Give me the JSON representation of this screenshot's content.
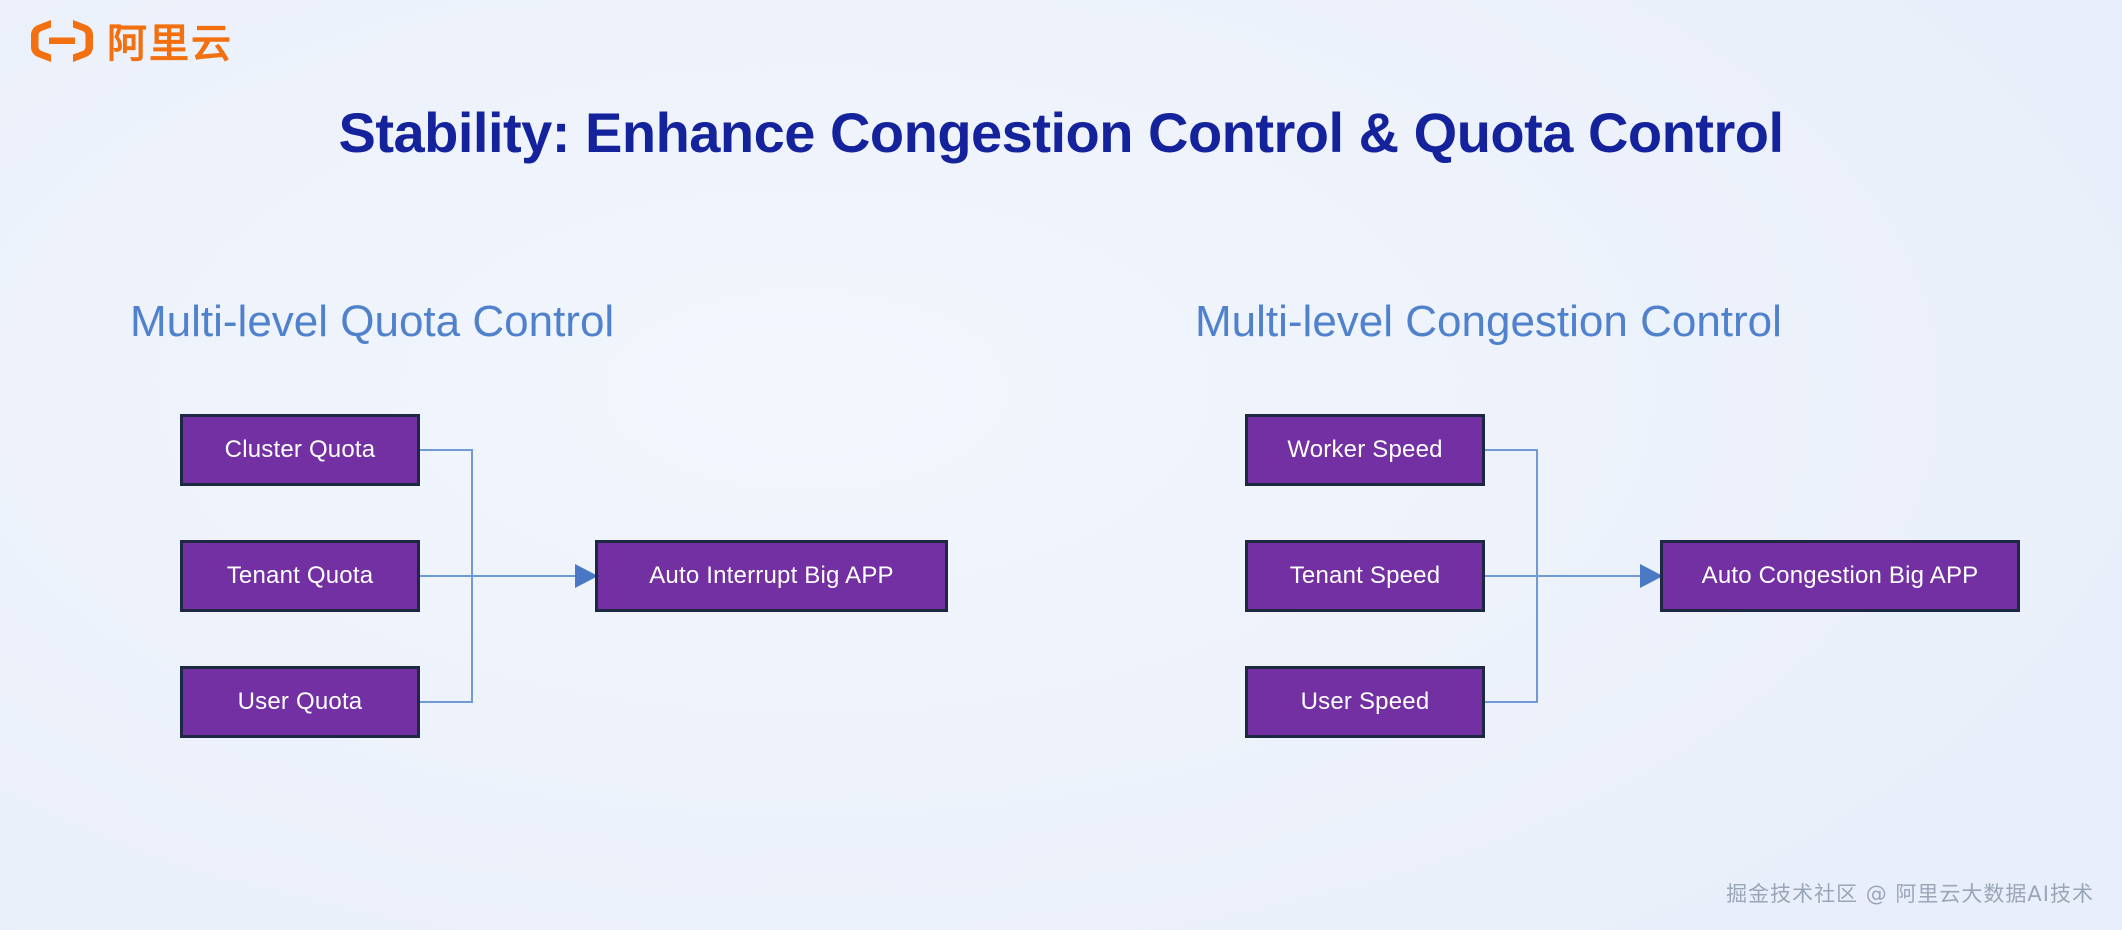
{
  "brand": {
    "logo_icon": "alibaba-cloud-logo-icon",
    "logo_text": "阿里云"
  },
  "title": "Stability: Enhance Congestion Control & Quota Control",
  "colors": {
    "background": "#eef3fc",
    "title_text": "#14229b",
    "heading_text": "#4f81cd",
    "node_fill": "#7230a3",
    "node_border": "#1d2842",
    "node_text": "#ffffff",
    "connector_line": "#6f9ad6",
    "arrow_head": "#4a78c4",
    "logo_orange": "#f2700f",
    "watermark_text": "#9aa6b8"
  },
  "panels": [
    {
      "heading": "Multi-level Quota Control",
      "sources": [
        {
          "label": "Cluster Quota"
        },
        {
          "label": "Tenant Quota"
        },
        {
          "label": "User Quota"
        }
      ],
      "target": {
        "label": "Auto Interrupt Big APP"
      }
    },
    {
      "heading": "Multi-level Congestion Control",
      "sources": [
        {
          "label": "Worker Speed"
        },
        {
          "label": "Tenant Speed"
        },
        {
          "label": "User Speed"
        }
      ],
      "target": {
        "label": "Auto Congestion Big APP"
      }
    }
  ],
  "watermark": "掘金技术社区 @ 阿里云大数据AI技术"
}
